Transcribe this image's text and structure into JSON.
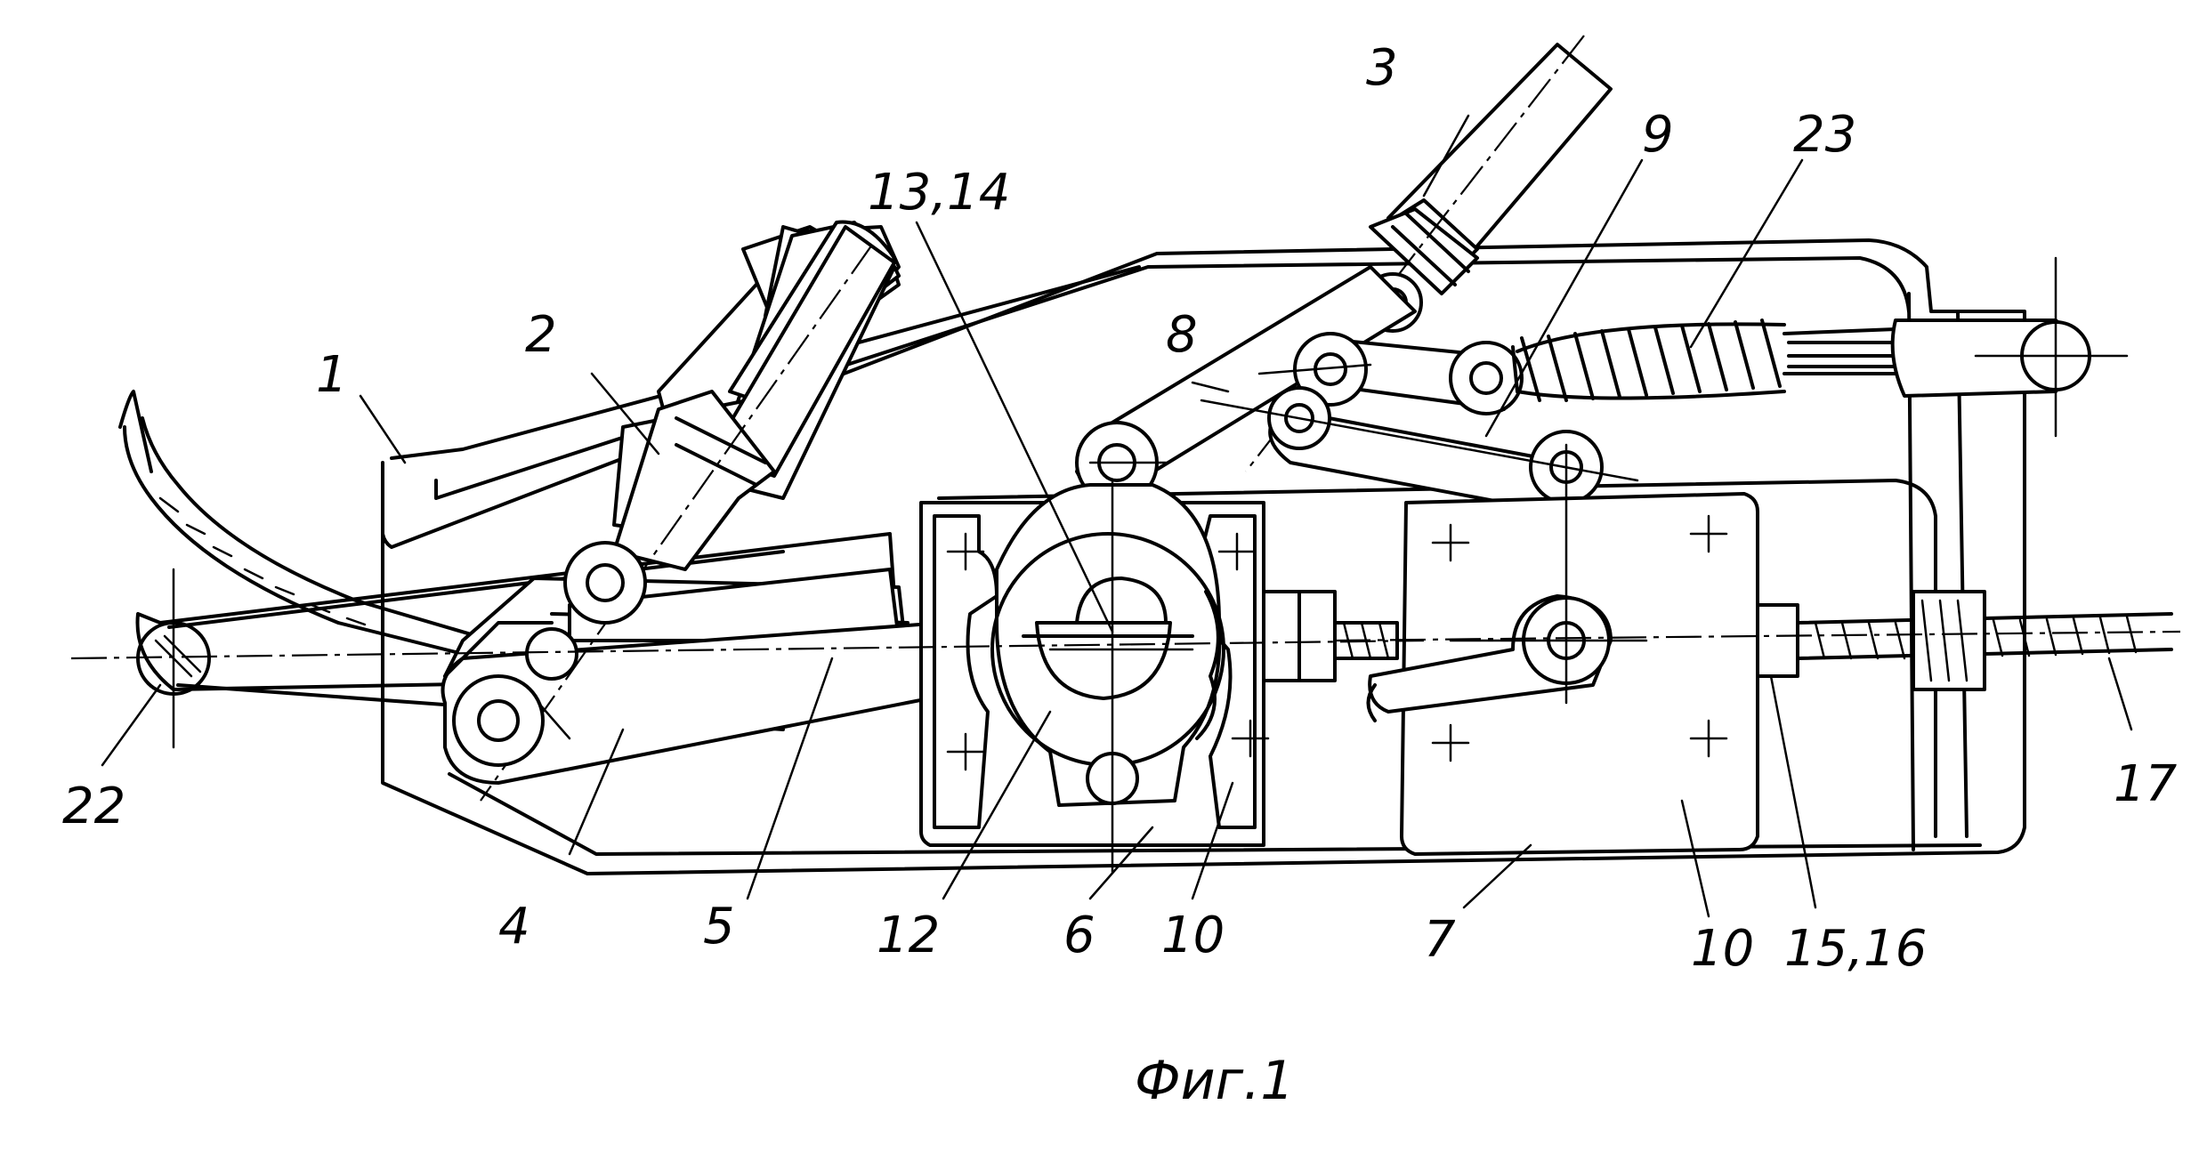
{
  "caption": "Фиг.1",
  "labels": {
    "l1": "1",
    "l2": "2",
    "l3": "3",
    "l4": "4",
    "l5": "5",
    "l6": "6",
    "l7": "7",
    "l8": "8",
    "l9": "9",
    "l10a": "10",
    "l10b": "10",
    "l12": "12",
    "l13_14": "13,14",
    "l15_16": "15,16",
    "l17": "17",
    "l22": "22",
    "l23": "23"
  }
}
